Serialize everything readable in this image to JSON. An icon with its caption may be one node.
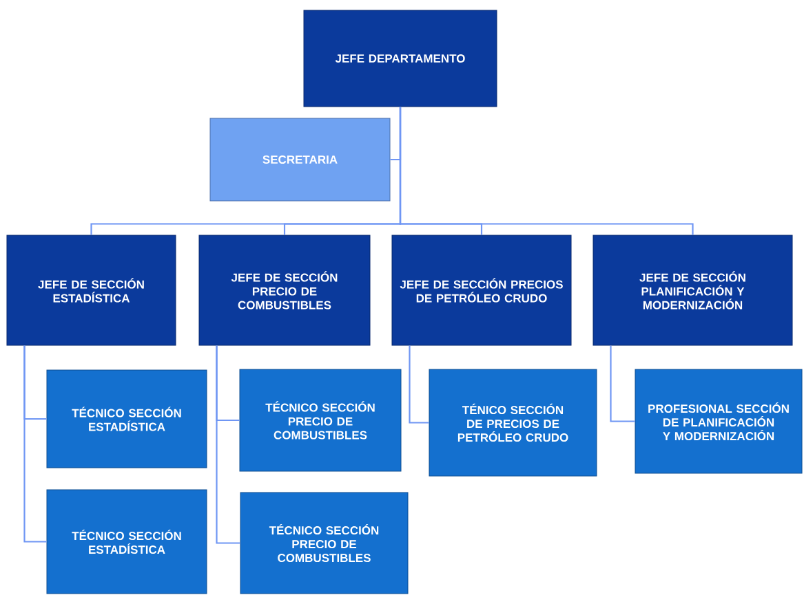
{
  "diagram": {
    "nodes": [
      {
        "text": [
          "JEFE DEPARTAMENTO"
        ]
      },
      {
        "text": [
          "SECRETARIA"
        ]
      },
      {
        "text": [
          "JEFE DE SECCIÓN ESTADÍSTICA"
        ]
      },
      {
        "text": [
          "JEFE DE SECCIÓN PRECIO DE COMBUSTIBLES"
        ]
      },
      {
        "text": [
          "JEFE DE SECCIÓN PRECIOS DE PETRÓLEO CRUDO"
        ]
      },
      {
        "text": [
          "JEFE DE SECCIÓN PLANIFICACIÓN Y MODERNIZACIÓN"
        ]
      },
      {
        "text": [
          "TÉCNICO SECCIÓN ESTADÍSTICA"
        ]
      },
      {
        "text": [
          "TÉCNICO SECCIÓN ESTADÍSTICA"
        ]
      },
      {
        "text": [
          "TÉCNICO SECCIÓN PRECIO DE COMBUSTIBLES"
        ]
      },
      {
        "text": [
          "TÉCNICO SECCIÓN PRECIO DE COMBUSTIBLES"
        ]
      },
      {
        "text": [
          "TÉNICO SECCIÓN DE PRECIOS DE PETRÓLEO CRUDO"
        ]
      },
      {
        "text": [
          "PROFESIONAL SECCIÓN DE PLANIFICACIÓN Y MODERNIZACIÓN"
        ]
      }
    ],
    "edges": [
      {
        "from": 0,
        "to": 1,
        "arrow": "none"
      },
      {
        "from": 0,
        "to": 2,
        "arrow": "none"
      },
      {
        "from": 0,
        "to": 3,
        "arrow": "none"
      },
      {
        "from": 0,
        "to": 4,
        "arrow": "none"
      },
      {
        "from": 0,
        "to": 5,
        "arrow": "none"
      },
      {
        "from": 2,
        "to": 6,
        "arrow": "none"
      },
      {
        "from": 2,
        "to": 7,
        "arrow": "none"
      },
      {
        "from": 3,
        "to": 8,
        "arrow": "none"
      },
      {
        "from": 3,
        "to": 9,
        "arrow": "none"
      },
      {
        "from": 4,
        "to": 10,
        "arrow": "none"
      },
      {
        "from": 5,
        "to": 11,
        "arrow": "none"
      }
    ]
  }
}
